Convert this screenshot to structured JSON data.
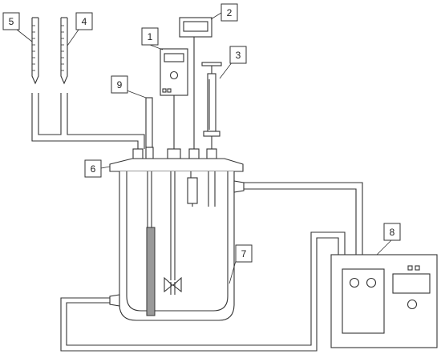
{
  "labels": {
    "l1": "1",
    "l2": "2",
    "l3": "3",
    "l4": "4",
    "l5": "5",
    "l6": "6",
    "l7": "7",
    "l8": "8",
    "l9": "9"
  },
  "colors": {
    "line": "#333333",
    "rod": "#999999",
    "background": "#ffffff"
  }
}
